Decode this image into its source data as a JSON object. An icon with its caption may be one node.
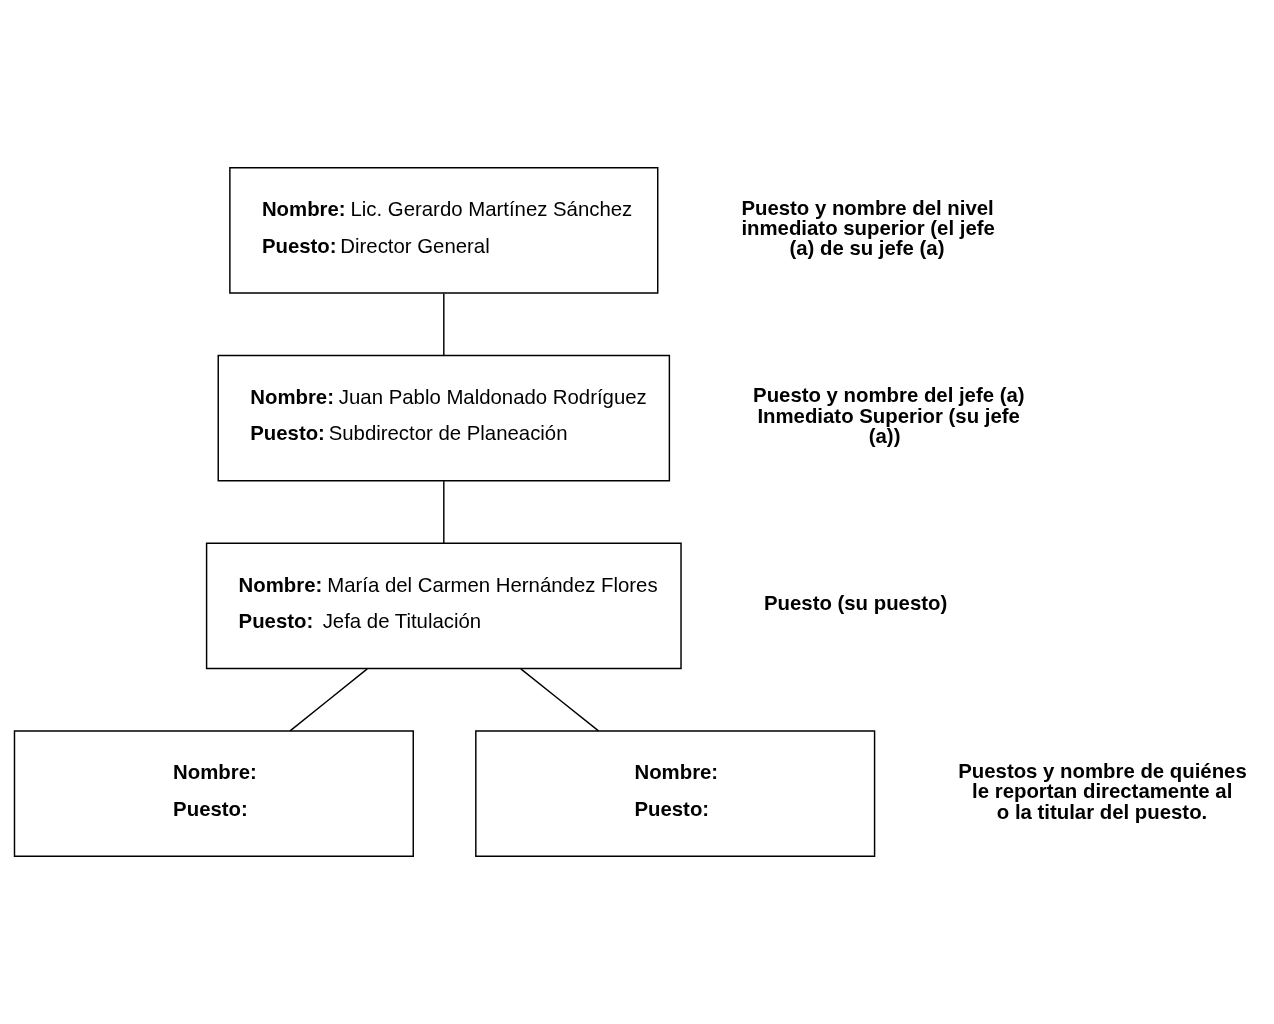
{
  "diagram": {
    "nodes": [
      {
        "text": [
          "**Nombre:** Lic. Gerardo Martínez Sánchez",
          "**Puesto:** Director General"
        ]
      },
      {
        "text": [
          "**Nombre:** Juan Pablo Maldonado Rodríguez",
          "**Puesto:** Subdirector de Planeación"
        ]
      },
      {
        "text": [
          "**Nombre:** María del Carmen Hernández Flores",
          "**Puesto:**  Jefa de Titulación"
        ]
      },
      {
        "text": [
          "**Nombre:**",
          "**Puesto:**"
        ]
      },
      {
        "text": [
          "**Nombre:**",
          "**Puesto:**"
        ]
      }
    ],
    "edges": [
      {
        "from": 0,
        "to": 1,
        "arrow": "none"
      },
      {
        "from": 1,
        "to": 2,
        "arrow": "none"
      },
      {
        "from": 2,
        "to": 3,
        "arrow": "none"
      },
      {
        "from": 2,
        "to": 4,
        "arrow": "none"
      }
    ],
    "labels": [
      "Puesto y nombre del nivel inmediato superior (el jefe (a) de su jefe (a)",
      "Puesto y nombre del jefe (a) Inmediato Superior (su jefe (a))",
      "Puesto (su puesto)",
      "Puestos y nombre de quiénes le reportan directamente al o la titular del puesto."
    ]
  }
}
